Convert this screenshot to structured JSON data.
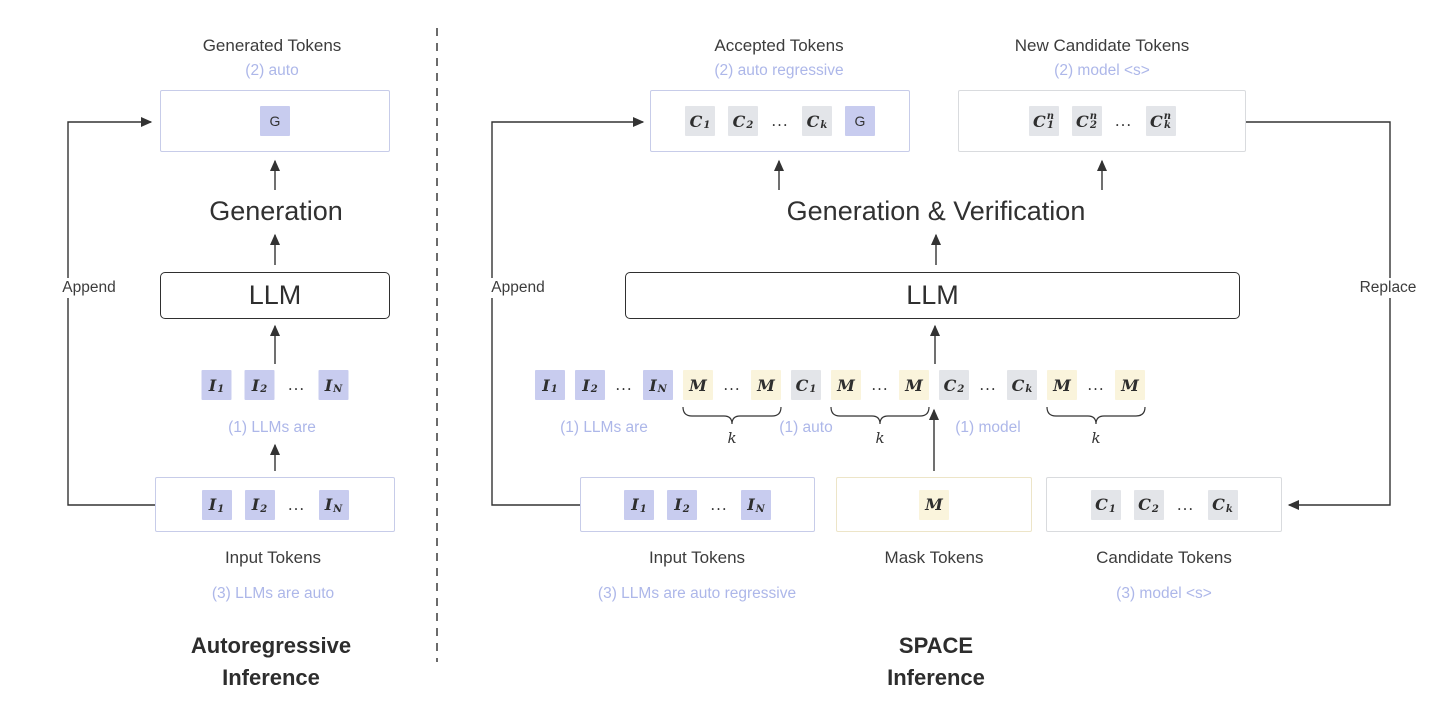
{
  "colors": {
    "input_token_bg": "#c8ccef",
    "candidate_token_bg": "#e3e5e9",
    "mask_token_bg": "#faf4dc",
    "caption_text": "#adb7e9",
    "line": "#333333"
  },
  "left_panel": {
    "output": {
      "title": "Generated Tokens",
      "caption": "(2) auto",
      "tokens": [
        {
          "t": "G",
          "cls": "tok-gen"
        }
      ]
    },
    "process_label": "Generation",
    "llm_label": "LLM",
    "context_caption": "(1) LLMs are",
    "context_tokens": [
      {
        "t": "I",
        "sub": "1",
        "cls": "tok-input"
      },
      {
        "t": "I",
        "sub": "2",
        "cls": "tok-input"
      },
      {
        "t": "...",
        "cls": "tok-plain"
      },
      {
        "t": "I",
        "sub": "N",
        "cls": "tok-input"
      }
    ],
    "input": {
      "title": "Input Tokens",
      "caption": "(3) LLMs are auto",
      "tokens": [
        {
          "t": "I",
          "sub": "1",
          "cls": "tok-input"
        },
        {
          "t": "I",
          "sub": "2",
          "cls": "tok-input"
        },
        {
          "t": "...",
          "cls": "tok-plain"
        },
        {
          "t": "I",
          "sub": "N",
          "cls": "tok-input"
        }
      ]
    },
    "append_label": "Append",
    "title_line1": "Autoregressive",
    "title_line2": "Inference"
  },
  "right_panel": {
    "accepted": {
      "title": "Accepted Tokens",
      "caption": "(2) auto regressive",
      "tokens": [
        {
          "t": "C",
          "sub": "1",
          "cls": "tok-cand"
        },
        {
          "t": "C",
          "sub": "2",
          "cls": "tok-cand"
        },
        {
          "t": "...",
          "cls": "tok-plain"
        },
        {
          "t": "C",
          "sub": "k",
          "cls": "tok-cand"
        },
        {
          "t": "G",
          "cls": "tok-gen"
        }
      ]
    },
    "new_candidates": {
      "title": "New Candidate Tokens",
      "caption": "(2) model <s>",
      "tokens": [
        {
          "t": "C",
          "sub": "1",
          "sup": "n",
          "cls": "tok-cand"
        },
        {
          "t": "C",
          "sub": "2",
          "sup": "n",
          "cls": "tok-cand"
        },
        {
          "t": "...",
          "cls": "tok-plain"
        },
        {
          "t": "C",
          "sub": "k",
          "sup": "n",
          "cls": "tok-cand"
        }
      ]
    },
    "process_label": "Generation & Verification",
    "llm_label": "LLM",
    "context_tokens": [
      {
        "t": "I",
        "sub": "1",
        "cls": "tok-input"
      },
      {
        "t": "I",
        "sub": "2",
        "cls": "tok-input"
      },
      {
        "t": "...",
        "cls": "tok-plain"
      },
      {
        "t": "I",
        "sub": "N",
        "cls": "tok-input"
      },
      {
        "t": "M",
        "cls": "tok-mask"
      },
      {
        "t": "...",
        "cls": "tok-plain"
      },
      {
        "t": "M",
        "cls": "tok-mask"
      },
      {
        "t": "C",
        "sub": "1",
        "cls": "tok-cand"
      },
      {
        "t": "M",
        "cls": "tok-mask"
      },
      {
        "t": "...",
        "cls": "tok-plain"
      },
      {
        "t": "M",
        "cls": "tok-mask"
      },
      {
        "t": "C",
        "sub": "2",
        "cls": "tok-cand"
      },
      {
        "t": "...",
        "cls": "tok-plain"
      },
      {
        "t": "C",
        "sub": "k",
        "cls": "tok-cand"
      },
      {
        "t": "M",
        "cls": "tok-mask"
      },
      {
        "t": "...",
        "cls": "tok-plain"
      },
      {
        "t": "M",
        "cls": "tok-mask"
      }
    ],
    "captions": {
      "input": "(1) LLMs are",
      "auto": "(1) auto",
      "model": "(1) model",
      "k1": "k",
      "k2": "k",
      "k3": "k"
    },
    "input": {
      "title": "Input Tokens",
      "caption": "(3) LLMs are auto regressive",
      "tokens": [
        {
          "t": "I",
          "sub": "1",
          "cls": "tok-input"
        },
        {
          "t": "I",
          "sub": "2",
          "cls": "tok-input"
        },
        {
          "t": "...",
          "cls": "tok-plain"
        },
        {
          "t": "I",
          "sub": "N",
          "cls": "tok-input"
        }
      ]
    },
    "mask": {
      "title": "Mask Tokens",
      "tokens": [
        {
          "t": "M",
          "cls": "tok-mask"
        }
      ]
    },
    "candidates": {
      "title": "Candidate Tokens",
      "caption": "(3) model <s>",
      "tokens": [
        {
          "t": "C",
          "sub": "1",
          "cls": "tok-cand"
        },
        {
          "t": "C",
          "sub": "2",
          "cls": "tok-cand"
        },
        {
          "t": "...",
          "cls": "tok-plain"
        },
        {
          "t": "C",
          "sub": "k",
          "cls": "tok-cand"
        }
      ]
    },
    "append_label": "Append",
    "replace_label": "Replace",
    "title_line1": "SPACE",
    "title_line2": "Inference"
  }
}
